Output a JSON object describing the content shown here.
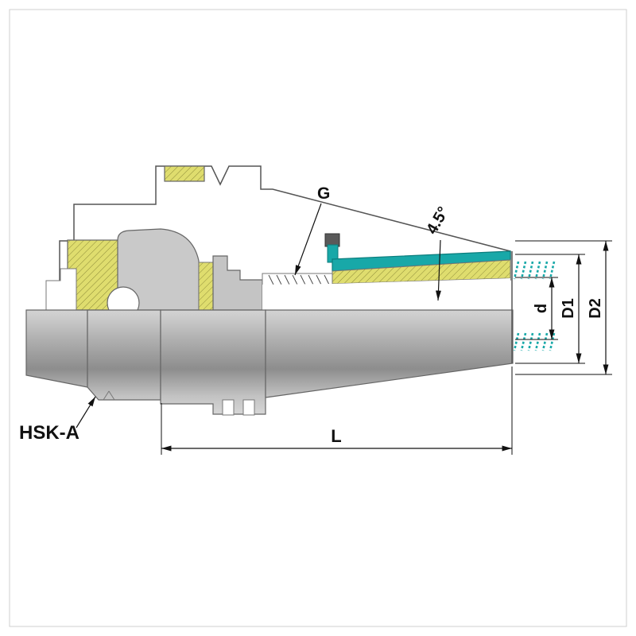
{
  "drawing": {
    "type": "technical-drawing",
    "subject": "HSK-A shrink fit tool holder cross-section",
    "labels": {
      "thread": "G",
      "angle": "4.5°",
      "bore_diameter": "d",
      "diameter_1": "D1",
      "diameter_2": "D2",
      "length": "L",
      "taper_type": "HSK-A"
    },
    "colors": {
      "background": "#ffffff",
      "body_gray": "#c6c6c6",
      "section_yellow": "#dfdd6e",
      "coolant_teal": "#18a8a8",
      "outline": "#555555",
      "annotation": "#111111"
    }
  }
}
